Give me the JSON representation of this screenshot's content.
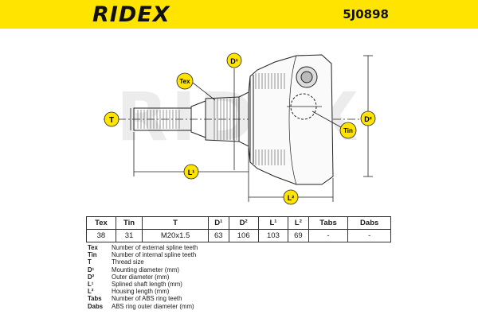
{
  "header": {
    "brand": "RIDEX",
    "part_number": "5J0898",
    "color": "#ffe400"
  },
  "diagram": {
    "watermark": "RIDEX",
    "labels": {
      "tex": "Tex",
      "tin": "Tin",
      "t": "T",
      "d1": "D¹",
      "d2": "D²",
      "l1": "L¹",
      "l2": "L²"
    }
  },
  "table": {
    "headers": [
      "Tex",
      "Tin",
      "T",
      "D¹",
      "D²",
      "L¹",
      "L²",
      "Tabs",
      "Dabs"
    ],
    "values": [
      "38",
      "31",
      "M20x1.5",
      "63",
      "106",
      "103",
      "69",
      "-",
      "-"
    ]
  },
  "legend": [
    {
      "key": "Tex",
      "desc": "Number of external spline teeth"
    },
    {
      "key": "Tin",
      "desc": "Number of internal spline teeth"
    },
    {
      "key": "T",
      "desc": "Thread size"
    },
    {
      "key": "D¹",
      "desc": "Mounting diameter (mm)"
    },
    {
      "key": "D²",
      "desc": "Outer diameter (mm)"
    },
    {
      "key": "L¹",
      "desc": "Splined shaft length (mm)"
    },
    {
      "key": "L²",
      "desc": "Housing length (mm)"
    },
    {
      "key": "Tabs",
      "desc": "Number of ABS ring teeth"
    },
    {
      "key": "Dabs",
      "desc": "ABS ring outer diameter (mm)"
    }
  ]
}
